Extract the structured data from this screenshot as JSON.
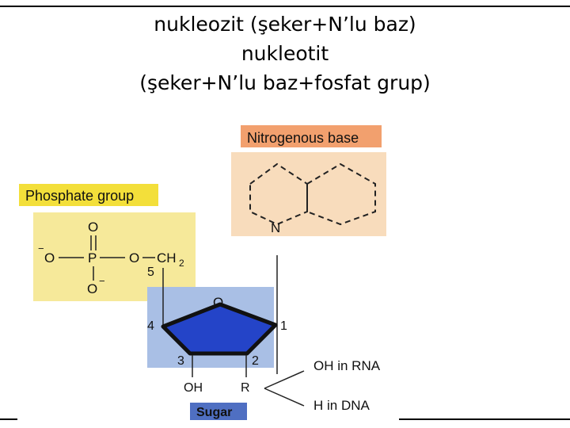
{
  "slide": {
    "title_lines": [
      "nukleozit (şeker+N’lu baz)",
      "nukleotit",
      "(şeker+N’lu baz+fosfat grup)"
    ]
  },
  "diagram": {
    "nitrogenous_base_label": "Nitrogenous base",
    "phosphate_group_label": "Phosphate group",
    "sugar_label": "Sugar",
    "ring_n": "N",
    "ring_o": "O",
    "phosphate": {
      "o_top": "O",
      "o_left": "O",
      "minus": "−",
      "p": "P",
      "o_right": "O",
      "ch2": "CH",
      "ch2_sub": "2",
      "o_bottom": "O"
    },
    "carbons": {
      "c1": "1",
      "c2": "2",
      "c3": "3",
      "c4": "4",
      "c5": "5"
    },
    "oh_group": "OH",
    "r_group": "R",
    "oh_in_rna": "OH in RNA",
    "h_in_dna": "H in DNA"
  },
  "colors": {
    "orange_label": "#f2a06e",
    "yellow_box": "#f6e99a",
    "yellow_label": "#f3df3a",
    "peach_box": "#f8dcbc",
    "blue_box": "#a9bfe5",
    "sugar_fill": "#2444c8",
    "sugar_label_bg": "#4f6fc2"
  }
}
